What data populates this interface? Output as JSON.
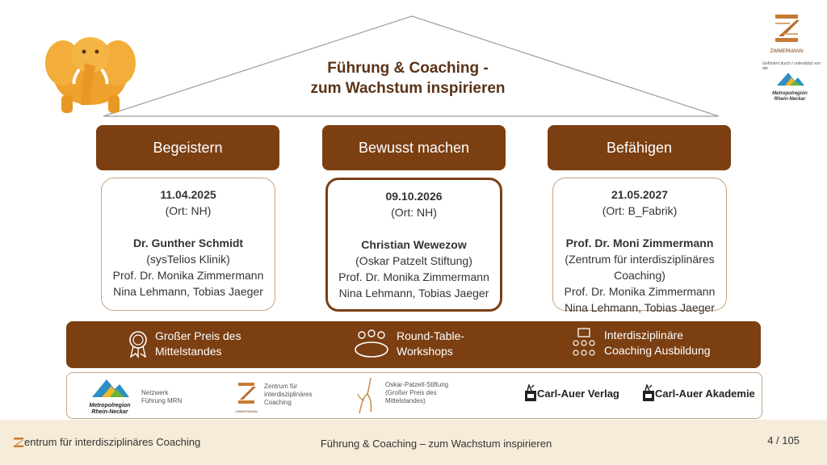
{
  "header": {
    "title_line1": "Führung & Coaching -",
    "title_line2": "zum Wachstum inspirieren",
    "elephant_icon": "elephant-icon"
  },
  "logos": {
    "zimmermann_label": "ZIMMERMANN",
    "sponsor_note": "Gefördert durch / unterstützt von der",
    "mrn_line1": "Metropolregion",
    "mrn_line2": "Rhein-Neckar"
  },
  "pillars": [
    {
      "label": "Begeistern",
      "date": "11.04.2025",
      "place": "(Ort: NH)",
      "speaker": "Dr. Gunther Schmidt",
      "lines": [
        "(sysTelios Klinik)",
        "Prof. Dr. Monika Zimmermann",
        "Nina Lehmann, Tobias Jaeger"
      ]
    },
    {
      "label": "Bewusst machen",
      "date": "09.10.2026",
      "place": "(Ort: NH)",
      "speaker": "Christian Wewezow",
      "lines": [
        "(Oskar Patzelt Stiftung)",
        "Prof. Dr. Monika Zimmermann",
        "Nina Lehmann, Tobias Jaeger"
      ]
    },
    {
      "label": "Befähigen",
      "date": "21.05.2027",
      "place": "(Ort: B_Fabrik)",
      "speaker": "Prof. Dr. Moni Zimmermann",
      "lines": [
        "(Zentrum für interdisziplinäres",
        "Coaching)",
        "Prof. Dr. Monika Zimmermann",
        "Nina Lehmann, Tobias Jaeger"
      ]
    }
  ],
  "band": [
    {
      "icon": "award-icon",
      "line1": "Großer Preis des",
      "line2": "Mittelstandes"
    },
    {
      "icon": "round-table-icon",
      "line1": "Round-Table-",
      "line2": "Workshops"
    },
    {
      "icon": "people-grid-icon",
      "line1": "Interdisziplinäre",
      "line2": "Coaching Ausbildung"
    }
  ],
  "partners": {
    "mrn": {
      "line1": "Metropolregion",
      "line2": "Rhein-Neckar",
      "desc1": "Netzwerk",
      "desc2": "Führung MRN"
    },
    "zentrum": {
      "label": "ZIMMERMANN",
      "desc1": "Zentrum für",
      "desc2": "interdisziplinäres",
      "desc3": "Coaching"
    },
    "oskar": {
      "desc1": "Oskar-Patzelt-Stiftung",
      "desc2": "(Großer Preis des",
      "desc3": "Mittelstandes)"
    },
    "carl_verlag": "Carl-Auer Verlag",
    "carl_akademie": "Carl-Auer Akademie"
  },
  "footer": {
    "left": "entrum für interdisziplinäres Coaching",
    "center": "Führung & Coaching – zum Wachstum inspirieren",
    "page": "4 / 105"
  },
  "colors": {
    "brand_brown": "#7b3f12",
    "light_border": "#c9a482",
    "footer_bg": "#f6ecd9"
  }
}
